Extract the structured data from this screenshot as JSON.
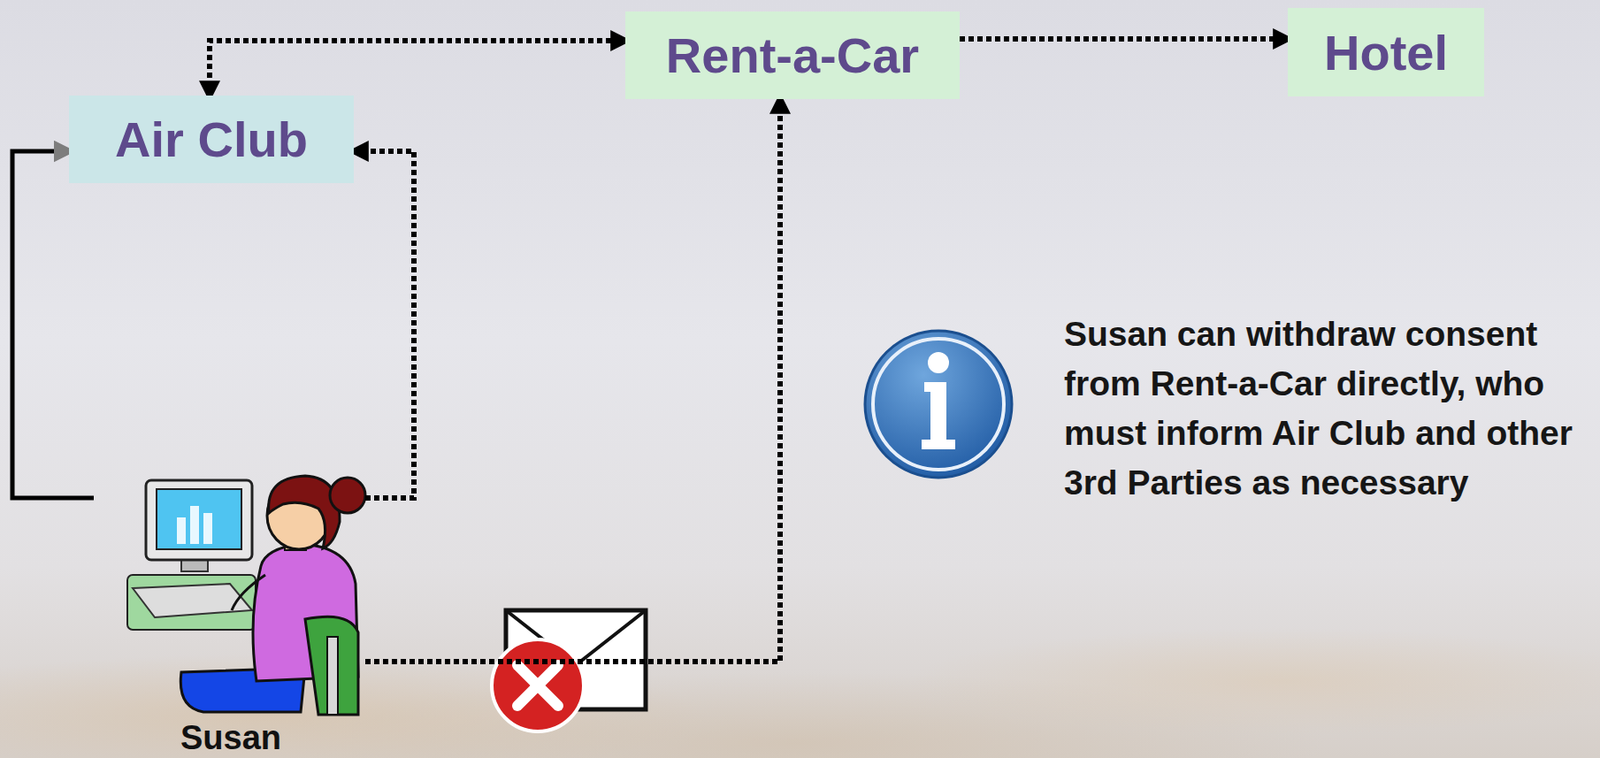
{
  "diagram": {
    "nodes": [
      {
        "text": [
          "Rent-a-Car"
        ]
      },
      {
        "text": [
          "Hotel"
        ]
      },
      {
        "text": [
          "Air Club"
        ]
      },
      {
        "text": [
          "Susan"
        ]
      }
    ],
    "edges": [
      {
        "from": 2,
        "to": 0,
        "arrow": "both"
      },
      {
        "from": 0,
        "to": 1,
        "arrow": "to"
      },
      {
        "from": 3,
        "to": 2,
        "arrow": "to"
      },
      {
        "from": 3,
        "to": 2,
        "arrow": "to"
      },
      {
        "from": 3,
        "to": 0,
        "arrow": "to"
      }
    ],
    "labels": [
      "Susan can withdraw consent from Rent-a-Car directly, who must inform Air Club and other 3rd Parties as necessary"
    ]
  }
}
